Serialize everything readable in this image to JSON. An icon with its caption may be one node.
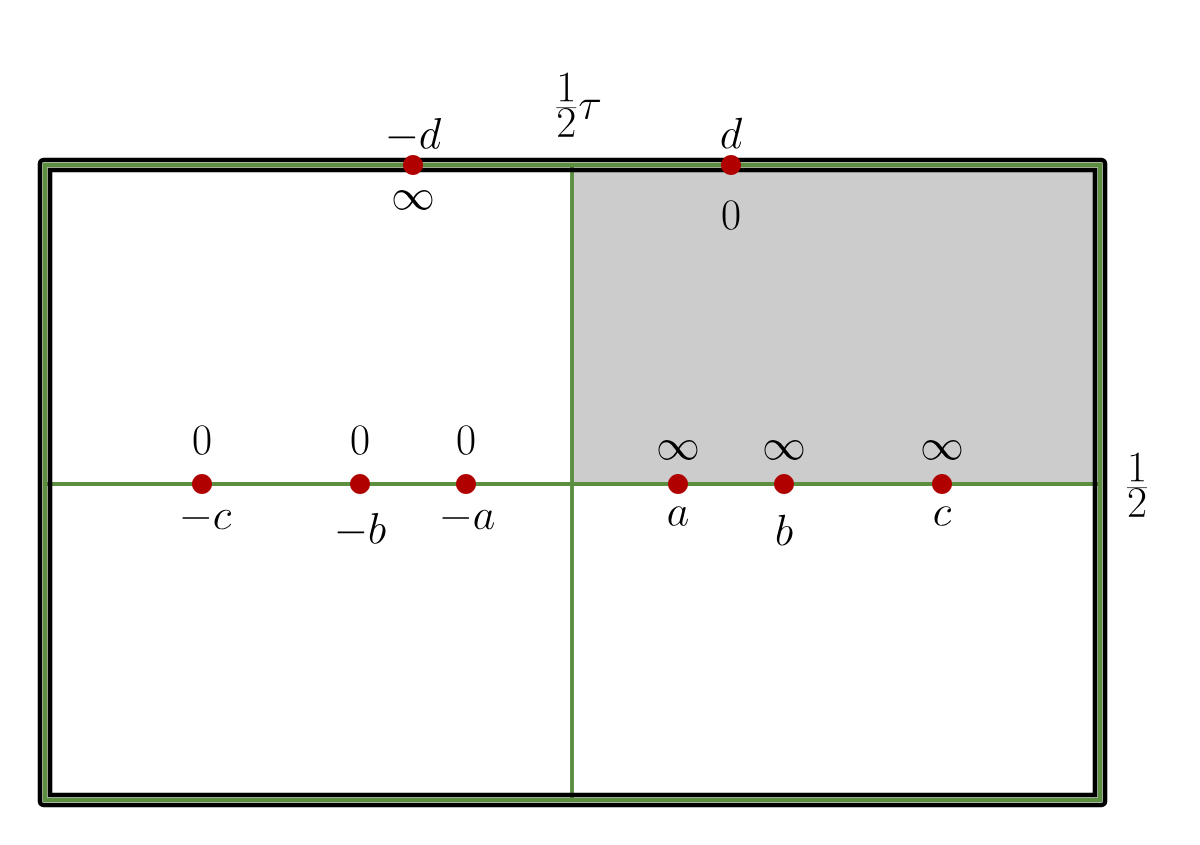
{
  "diagram": {
    "labels": [
      "\\frac{1}{2}\\tau",
      "-d",
      "d",
      "\\infty",
      "0",
      "0",
      "0",
      "0",
      "\\infty",
      "\\infty",
      "\\infty",
      "\\frac{1}{2}",
      "-c",
      "-b",
      "-a",
      "a",
      "b",
      "c"
    ]
  }
}
